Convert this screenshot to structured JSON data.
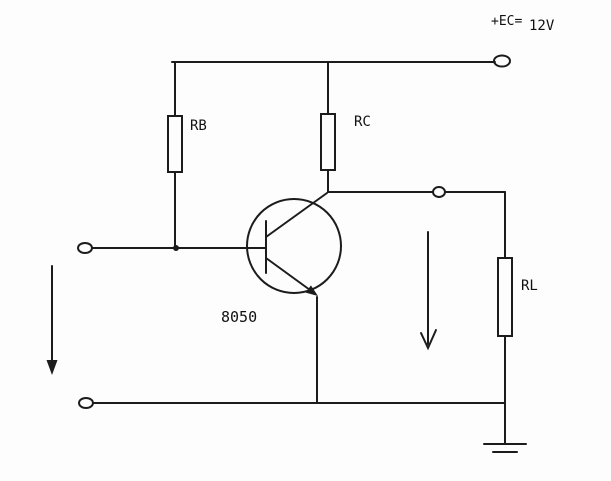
{
  "diagram": {
    "type": "circuit-schematic",
    "description": "Common-emitter NPN transistor amplifier stage",
    "labels": {
      "supply_name": "+EC=",
      "supply_value": "12V",
      "resistor_base": "RB",
      "resistor_collector": "RC",
      "resistor_load": "RL",
      "transistor_model": "8050"
    },
    "colors": {
      "line": "#1c1c1c",
      "background": "#fdfdfd",
      "text": "#111111"
    }
  }
}
